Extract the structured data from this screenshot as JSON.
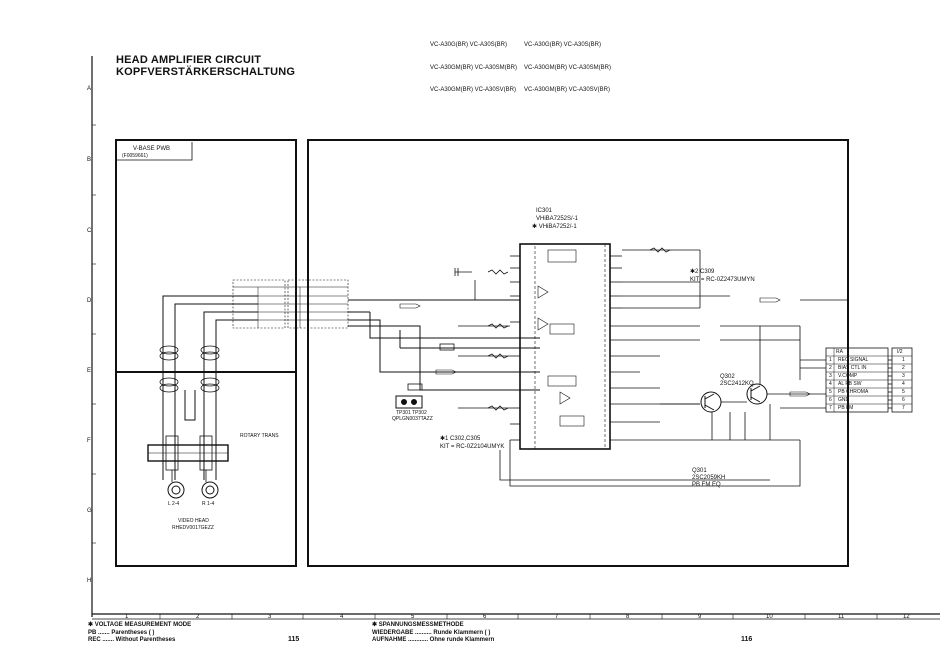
{
  "models": {
    "left": [
      "VC-A30G(BR) VC-A30S(BR)",
      "VC-A30GM(BR) VC-A30SM(BR)",
      "VC-A30GM(BR) VC-A30SV(BR)"
    ],
    "right": [
      "VC-A30G(BR) VC-A30S(BR)",
      "VC-A30GM(BR) VC-A30SM(BR)",
      "VC-A30GM(BR) VC-A30SV(BR)"
    ]
  },
  "title": {
    "en": "HEAD AMPLIFIER CIRCUIT",
    "de": "KOPFVERSTÄRKERSCHALTUNG"
  },
  "row_labels": [
    "A",
    "B",
    "C",
    "D",
    "E",
    "F",
    "G",
    "H"
  ],
  "col_labels": [
    "1",
    "2",
    "3",
    "4",
    "5",
    "6",
    "7",
    "8",
    "9",
    "10",
    "11",
    "12"
  ],
  "vbase": {
    "name": "V-BASE PWB",
    "code": "(F0059661)"
  },
  "rotary_trans": "ROTARY TRANS",
  "video_head": {
    "name": "VIDEO HEAD",
    "code": "RHEDV0017GEZZ",
    "heads": [
      "L 2-4",
      "R 1-4"
    ]
  },
  "ic": {
    "ref": "IC301",
    "part1": "VHiBA7252S/-1",
    "part2": "✱ VHiBA7252/-1"
  },
  "kit2": {
    "ref": "✱2 C309",
    "kit": "KIT = RC-0Z2473UMYN"
  },
  "kit1": {
    "ref": "✱1 C302,C305",
    "kit": "KIT = RC-0Z2104UMYK"
  },
  "transistors": {
    "q302": [
      "Q302",
      "2SC2412KQ"
    ],
    "q301": [
      "Q301",
      "2SC2059KH",
      "PB FM EQ"
    ]
  },
  "connector": {
    "header": [
      "RA",
      "I/2"
    ],
    "rows": [
      {
        "n": "1",
        "sig": "REC SIGNAL",
        "pin": "1"
      },
      {
        "n": "2",
        "sig": "BIAS CTL IN",
        "pin": "2"
      },
      {
        "n": "3",
        "sig": "V.COMP",
        "pin": "3"
      },
      {
        "n": "4",
        "sig": "AL PB SW",
        "pin": "4"
      },
      {
        "n": "5",
        "sig": "PB CHROMA",
        "pin": "5"
      },
      {
        "n": "6",
        "sig": "GND",
        "pin": "6"
      },
      {
        "n": "7",
        "sig": "PB FM",
        "pin": "7"
      }
    ]
  },
  "test_point": {
    "name": "TP301 TP302",
    "code": "QPLGN0037TAZZ"
  },
  "footer": {
    "left_title": "✱ VOLTAGE MEASUREMENT MODE",
    "left_pb": "PB ....... Parentheses ( )",
    "left_rec": "REC ....... Without Parentheses",
    "right_title": "✱ SPANNUNGSMESSMETHODE",
    "right_pb": "WIEDERGABE .......... Runde Klammern ( )",
    "right_rec": "AUFNAHME ............ Ohne runde Klammern",
    "page_left": "115",
    "page_right": "116"
  },
  "colors": {
    "ink": "#111111",
    "paper": "#ffffff"
  }
}
